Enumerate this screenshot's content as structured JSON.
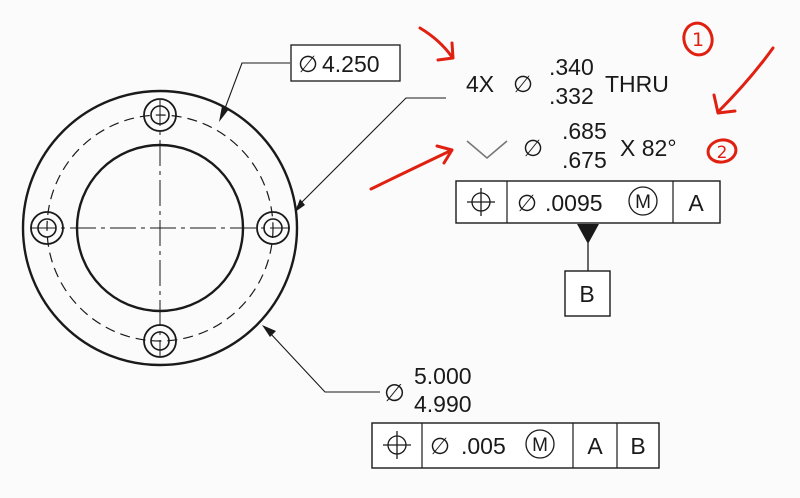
{
  "basic_dimension": {
    "diameter_symbol": "∅",
    "value": "4.250"
  },
  "hole_callout": {
    "quantity": "4X",
    "diameter_symbol": "∅",
    "upper": ".340",
    "lower": ".332",
    "suffix": "THRU"
  },
  "countersink_callout": {
    "diameter_symbol": "∅",
    "upper": ".685",
    "lower": ".675",
    "angle": "X 82°"
  },
  "fcf_holes": {
    "diameter_symbol": "∅",
    "tolerance": ".0095",
    "modifier": "M",
    "datum": "A"
  },
  "datum_feature": {
    "label": "B"
  },
  "outer_dimension": {
    "diameter_symbol": "∅",
    "upper": "5.000",
    "lower": "4.990"
  },
  "fcf_outer": {
    "diameter_symbol": "∅",
    "tolerance": ".005",
    "modifier": "M",
    "datums": [
      "A",
      "B"
    ]
  },
  "annotations": {
    "circle_1": "1",
    "circle_2": "2"
  },
  "colors": {
    "line": "#1a1a1a",
    "markup": "#e02010",
    "background": "#fbfbfb"
  }
}
